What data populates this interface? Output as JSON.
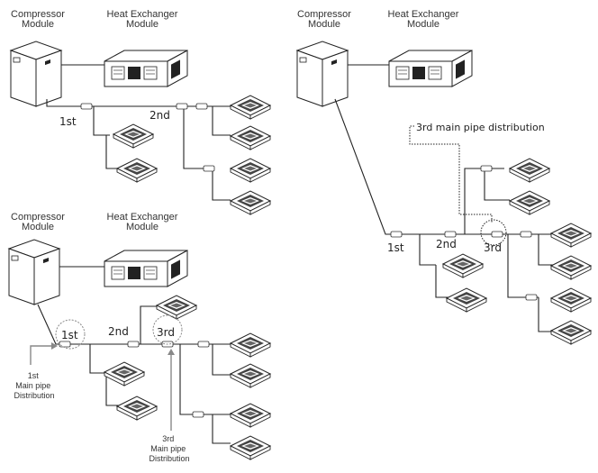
{
  "labels": {
    "compressor": [
      "Compressor",
      "Module"
    ],
    "heat_exchanger": [
      "Heat Exchanger",
      "Module"
    ]
  },
  "diagram_top_left": {
    "branches": [
      "1st",
      "2nd"
    ]
  },
  "diagram_bottom_left": {
    "branches": [
      "1st",
      "2nd",
      "3rd"
    ],
    "note_first": [
      "1st",
      "Main pipe",
      "Distribution"
    ],
    "note_third": [
      "3rd",
      "Main pipe",
      "Distribution"
    ]
  },
  "diagram_right": {
    "title": "3rd main pipe distribution",
    "branches": [
      "1st",
      "2nd",
      "3rd"
    ]
  },
  "colors": {
    "line": "#222222",
    "marker": "#888888",
    "text": "#333333"
  }
}
